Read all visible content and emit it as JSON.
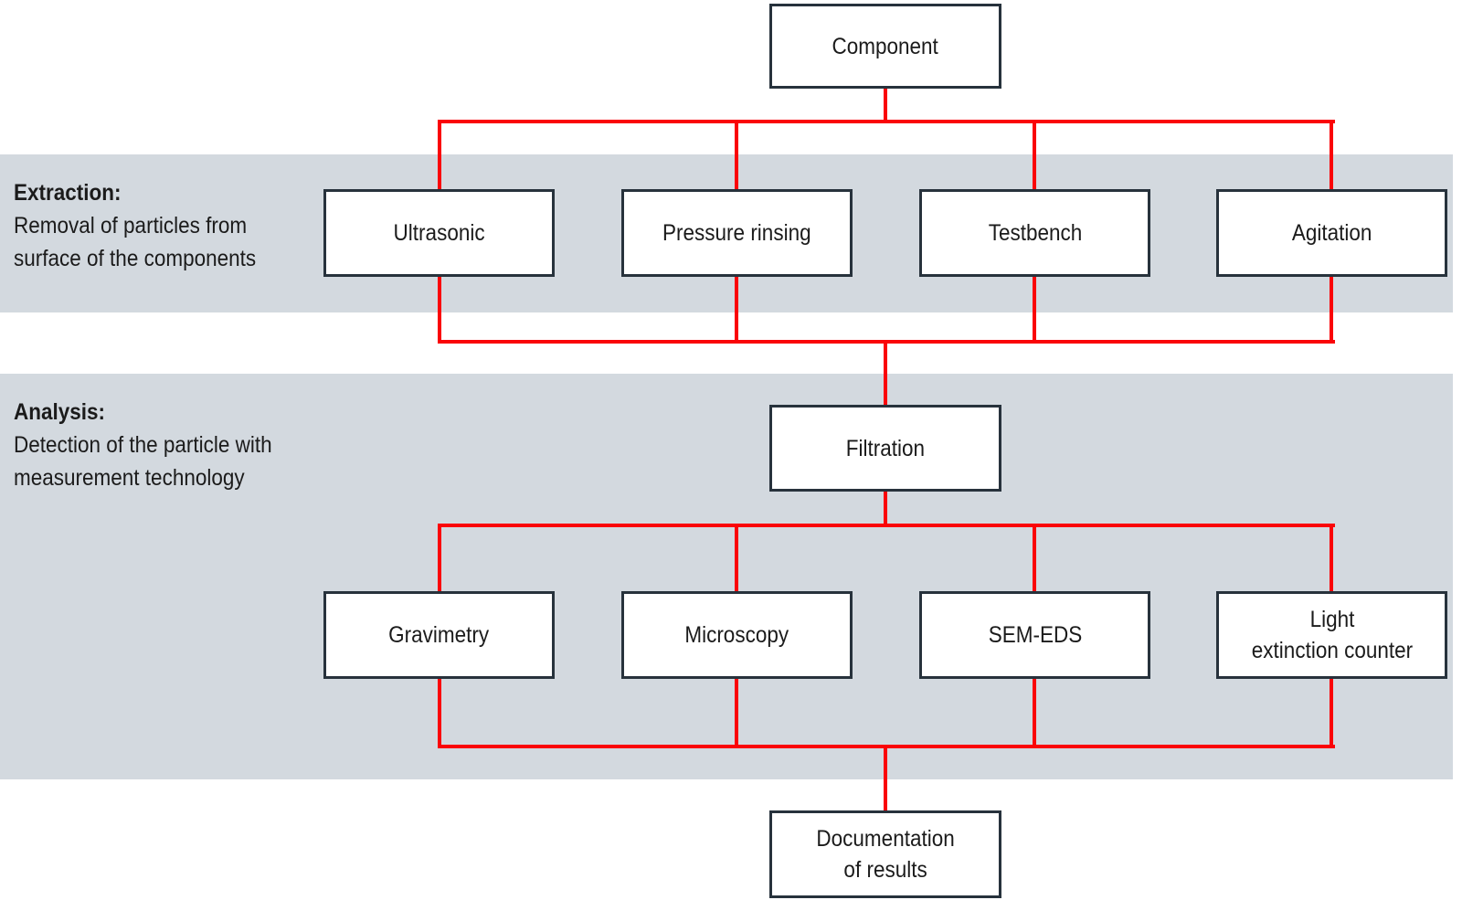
{
  "diagram": {
    "bands": {
      "extraction": {
        "title": "Extraction:",
        "line1": "Removal of particles from",
        "line2": "surface of the components"
      },
      "analysis": {
        "title": "Analysis:",
        "line1": "Detection of the particle with",
        "line2": "measurement technology"
      }
    },
    "nodes": {
      "component": {
        "label": "Component"
      },
      "extraction_methods": [
        {
          "label": "Ultrasonic"
        },
        {
          "label": "Pressure rinsing"
        },
        {
          "label": "Testbench"
        },
        {
          "label": "Agitation"
        }
      ],
      "filtration": {
        "label": "Filtration"
      },
      "analysis_methods": [
        {
          "label": "Gravimetry"
        },
        {
          "label": "Microscopy"
        },
        {
          "label": "SEM-EDS"
        },
        {
          "label": "Light\nextinction counter"
        }
      ],
      "documentation": {
        "label": "Documentation\nof results"
      }
    },
    "colors": {
      "connector_red": "#fa0408",
      "box_border": "#27323c",
      "band_background": "#d3d9df",
      "text": "#1b1b1b"
    }
  }
}
